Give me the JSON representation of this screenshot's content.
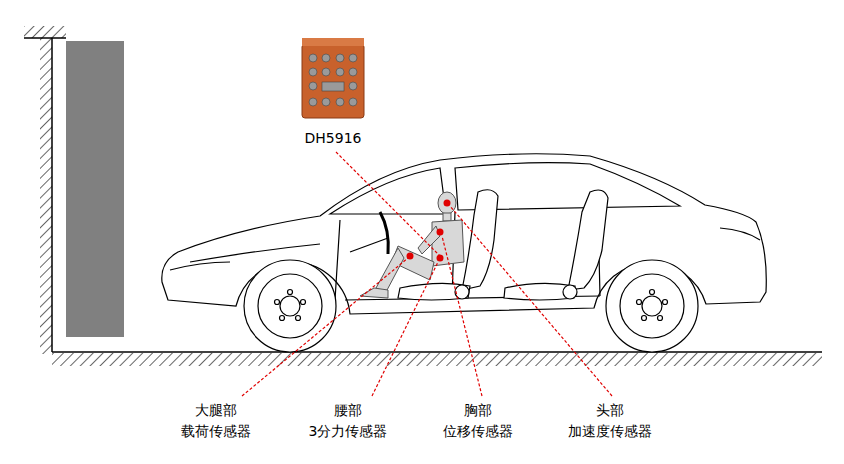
{
  "diagram": {
    "labels": [
      "DH5916",
      "大腿部 载荷传感器",
      "腰部 3分力传感器",
      "胸部 位移传感器",
      "头部 加速度传感器"
    ]
  }
}
